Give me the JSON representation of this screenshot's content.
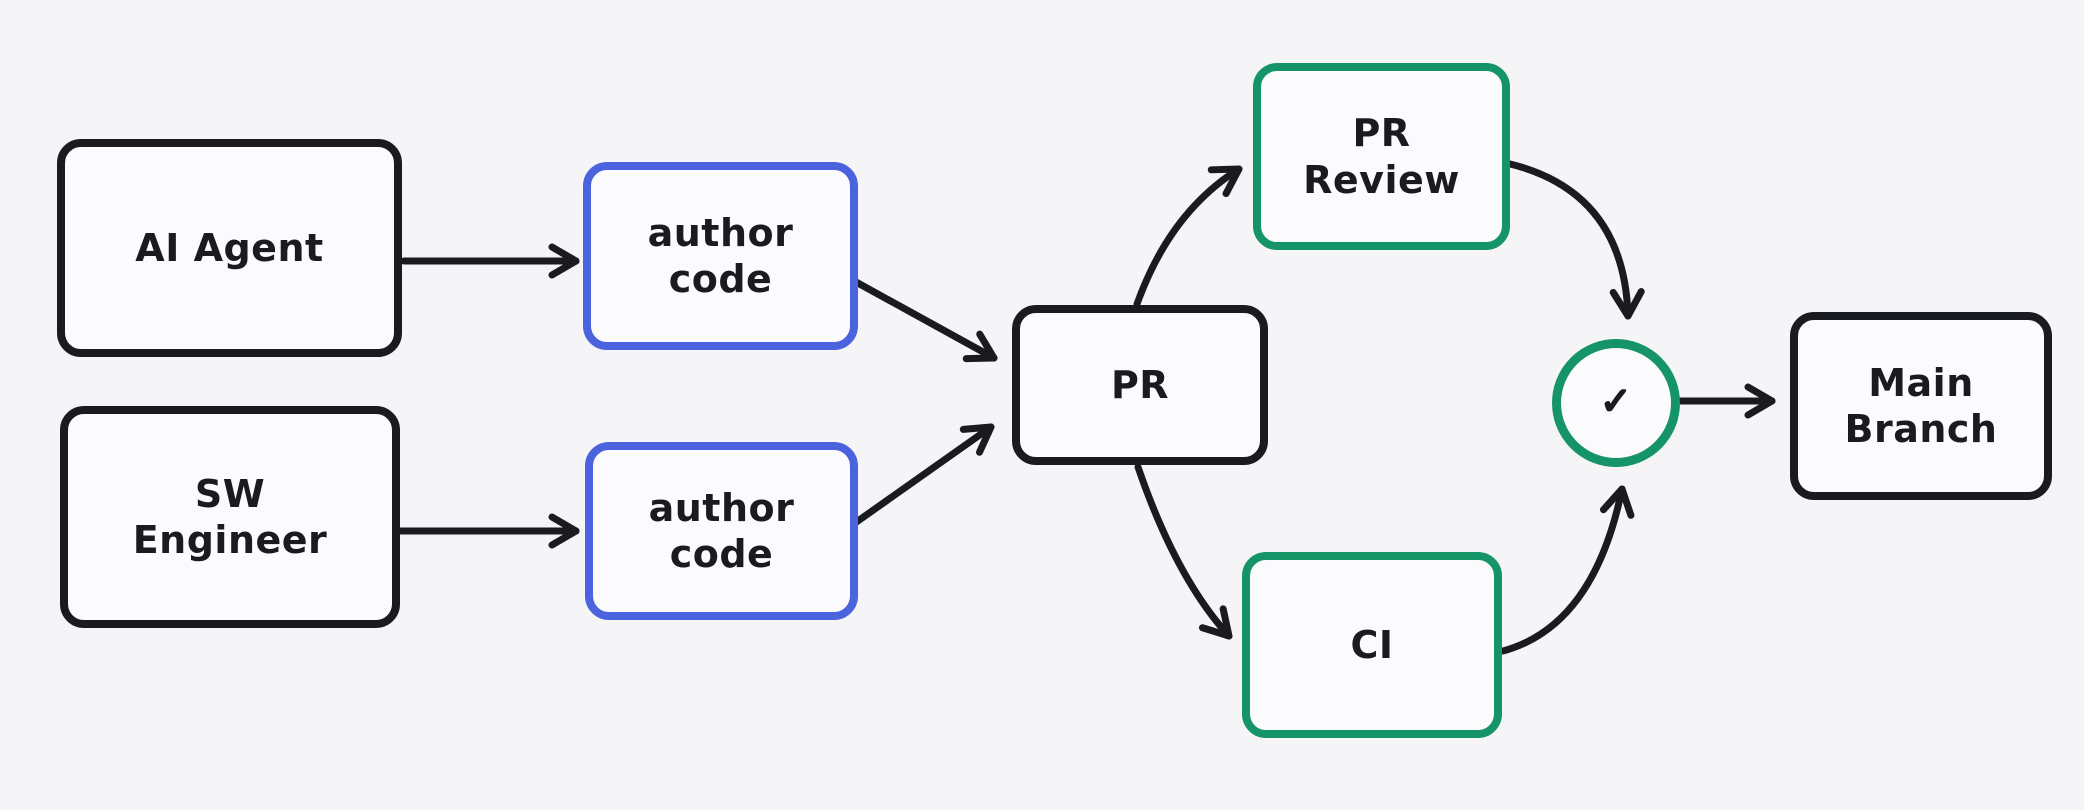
{
  "diagram": {
    "colors": {
      "background": "#f5f5f8",
      "ink": "#1a1a21",
      "node_fill": "#fbfbfd",
      "accent_blue": "#4b63dc",
      "accent_green": "#149467"
    },
    "nodes": {
      "ai_agent": {
        "label": "AI Agent",
        "border": "black"
      },
      "sw_engineer": {
        "label": "SW\nEngineer",
        "border": "black"
      },
      "author_code_top": {
        "label": "author\ncode",
        "border": "blue"
      },
      "author_code_bottom": {
        "label": "author\ncode",
        "border": "blue"
      },
      "pr": {
        "label": "PR",
        "border": "black"
      },
      "pr_review": {
        "label": "PR\nReview",
        "border": "green"
      },
      "ci": {
        "label": "CI",
        "border": "green"
      },
      "checkpoint": {
        "glyph": "✓",
        "border": "green",
        "shape": "circle"
      },
      "main_branch": {
        "label": "Main\nBranch",
        "border": "black"
      }
    },
    "edges": [
      {
        "from": "AI Agent",
        "to": "author code (top)"
      },
      {
        "from": "SW Engineer",
        "to": "author code (bottom)"
      },
      {
        "from": "author code (top)",
        "to": "PR"
      },
      {
        "from": "author code (bottom)",
        "to": "PR"
      },
      {
        "from": "PR",
        "to": "PR Review"
      },
      {
        "from": "PR",
        "to": "CI"
      },
      {
        "from": "PR Review",
        "to": "checkpoint"
      },
      {
        "from": "CI",
        "to": "checkpoint"
      },
      {
        "from": "checkpoint",
        "to": "Main Branch"
      }
    ]
  }
}
